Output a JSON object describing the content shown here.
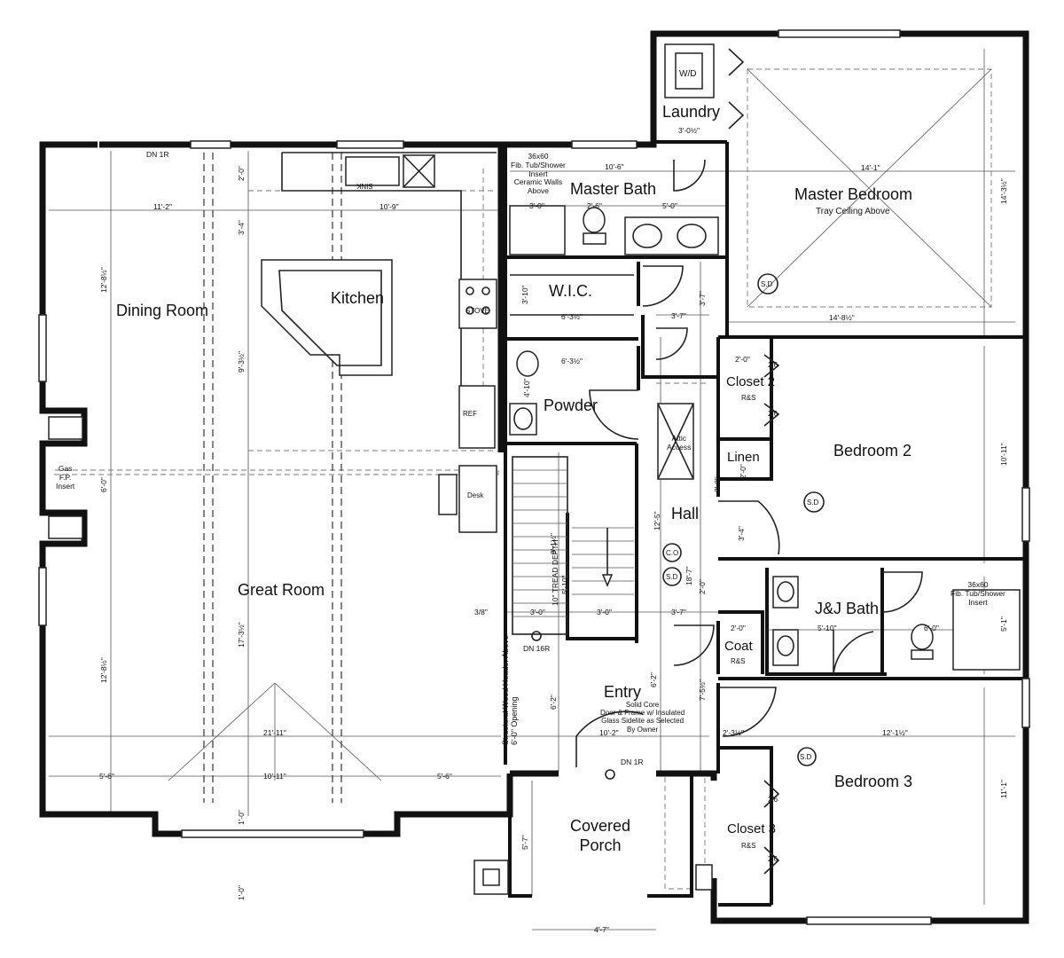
{
  "rooms": {
    "laundry": "Laundry",
    "wd": "W/D",
    "master_bedroom": "Master Bedroom",
    "master_bedroom_note": "Tray Ceiling Above",
    "master_bath": "Master Bath",
    "tub_note": "36x60\nFib. Tub/Shower\nInsert\nCeramic Walls\nAbove",
    "wic": "W.I.C.",
    "powder": "Powder",
    "kitchen": "Kitchen",
    "dining_room": "Dining Room",
    "great_room": "Great Room",
    "stove": "STOVE",
    "sink": "SINK",
    "ref": "REF",
    "desk": "Desk",
    "attic_access": "Attic\nAccess",
    "hall": "Hall",
    "closet2": "Closet 2",
    "bedroom2": "Bedroom 2",
    "linen": "Linen",
    "jj_bath": "J&J Bath",
    "jj_tub_note": "36x60\nFib. Tub/Shower\nInsert",
    "coat": "Coat",
    "entry": "Entry",
    "entry_door_note": "Solid Core\nDoor & Frame w/ Insulated\nGlass Sidelite as Selected\nBy Owner",
    "bedroom3": "Bedroom 3",
    "closet3": "Closet 3",
    "covered_porch": "Covered\nPorch",
    "gas_fp": "Gas\nF.P.\nInsert",
    "header_note": "Structural Wood Header Above\n6'-0\" Opening",
    "tread_depth": "10\" TREAD DEPTH",
    "rs": "R&S",
    "sd": "S.D",
    "co": "C.O"
  },
  "stairs": {
    "dn_top": "DN 1R",
    "dn_stair": "DN 16R",
    "dn_entry": "DN 1R"
  },
  "dimensions": {
    "d_11_2": "11'-2\"",
    "d_10_9": "10'-9\"",
    "d_2_0a": "2'-0\"",
    "d_3_4": "3'-4\"",
    "d_12_8a": "12'-8½\"",
    "d_9_3": "9'-3½\"",
    "d_6_0a": "6'-0\"",
    "d_17_3": "17'-3½\"",
    "d_12_8b": "12'-8½\"",
    "d_21_11": "21'-11\"",
    "d_5_6a": "5'-6\"",
    "d_10_11": "10'-11\"",
    "d_5_6b": "5'-6\"",
    "d_1_0a": "1'-0\"",
    "d_10_6": "10'-6\"",
    "d_2_6": "2'-6\"",
    "d_3_0a": "3'-0\"",
    "d_5_0": "5'-0\"",
    "d_3_0b": "3'-0½\"",
    "d_14_1": "14'-1\"",
    "d_14_3": "14'-3½\"",
    "d_14_8": "14'-8½\"",
    "d_3_10": "3'-10\"",
    "d_6_3a": "6'-3½\"",
    "d_6_3b": "6'-3½\"",
    "d_3_7a": "3'-7\"",
    "d_3_7b": "3'-7\"",
    "d_3_7c": "3'-7\"",
    "d_4_10": "4'-10\"",
    "d_12_5": "12'-5\"",
    "d_18_7": "18'-7\"",
    "d_3_4b": "3'-4\"",
    "d_2_0b": "2'-0\"",
    "d_2_0c": "2'-0\"",
    "d_2_0d": "2'-0\"",
    "d_2_0e": "2'-0\"",
    "d_10_11b": "10'-11\"",
    "d_5_10a": "5'-10\"",
    "d_6_0b": "6'-0\"",
    "d_5_1": "5'-1\"",
    "d_9_1": "9'-1½\"",
    "d_5_10b": "5'-10\"",
    "d_3_0c": "3'-0\"",
    "d_3_0d": "3'-0\"",
    "d_6_2a": "6'-2\"",
    "d_6_2b": "6'-2\"",
    "d_7_5": "7'-5½\"",
    "d_10_2": "10'-2\"",
    "d_2_3": "2'-3½\"",
    "d_12_1": "12'-1½\"",
    "d_11_1": "11'-1\"",
    "d_5_7": "5'-7\"",
    "d_4_7": "4'-7\"",
    "d_2_6a": "2/6",
    "d_2_6b": "2/6",
    "d_2_6c": "2/6",
    "d_2_6d": "2/6",
    "d_2_0f": "2'-0\"",
    "d_3_8": "3/8\"",
    "d_1_0b": "1'-0\""
  }
}
